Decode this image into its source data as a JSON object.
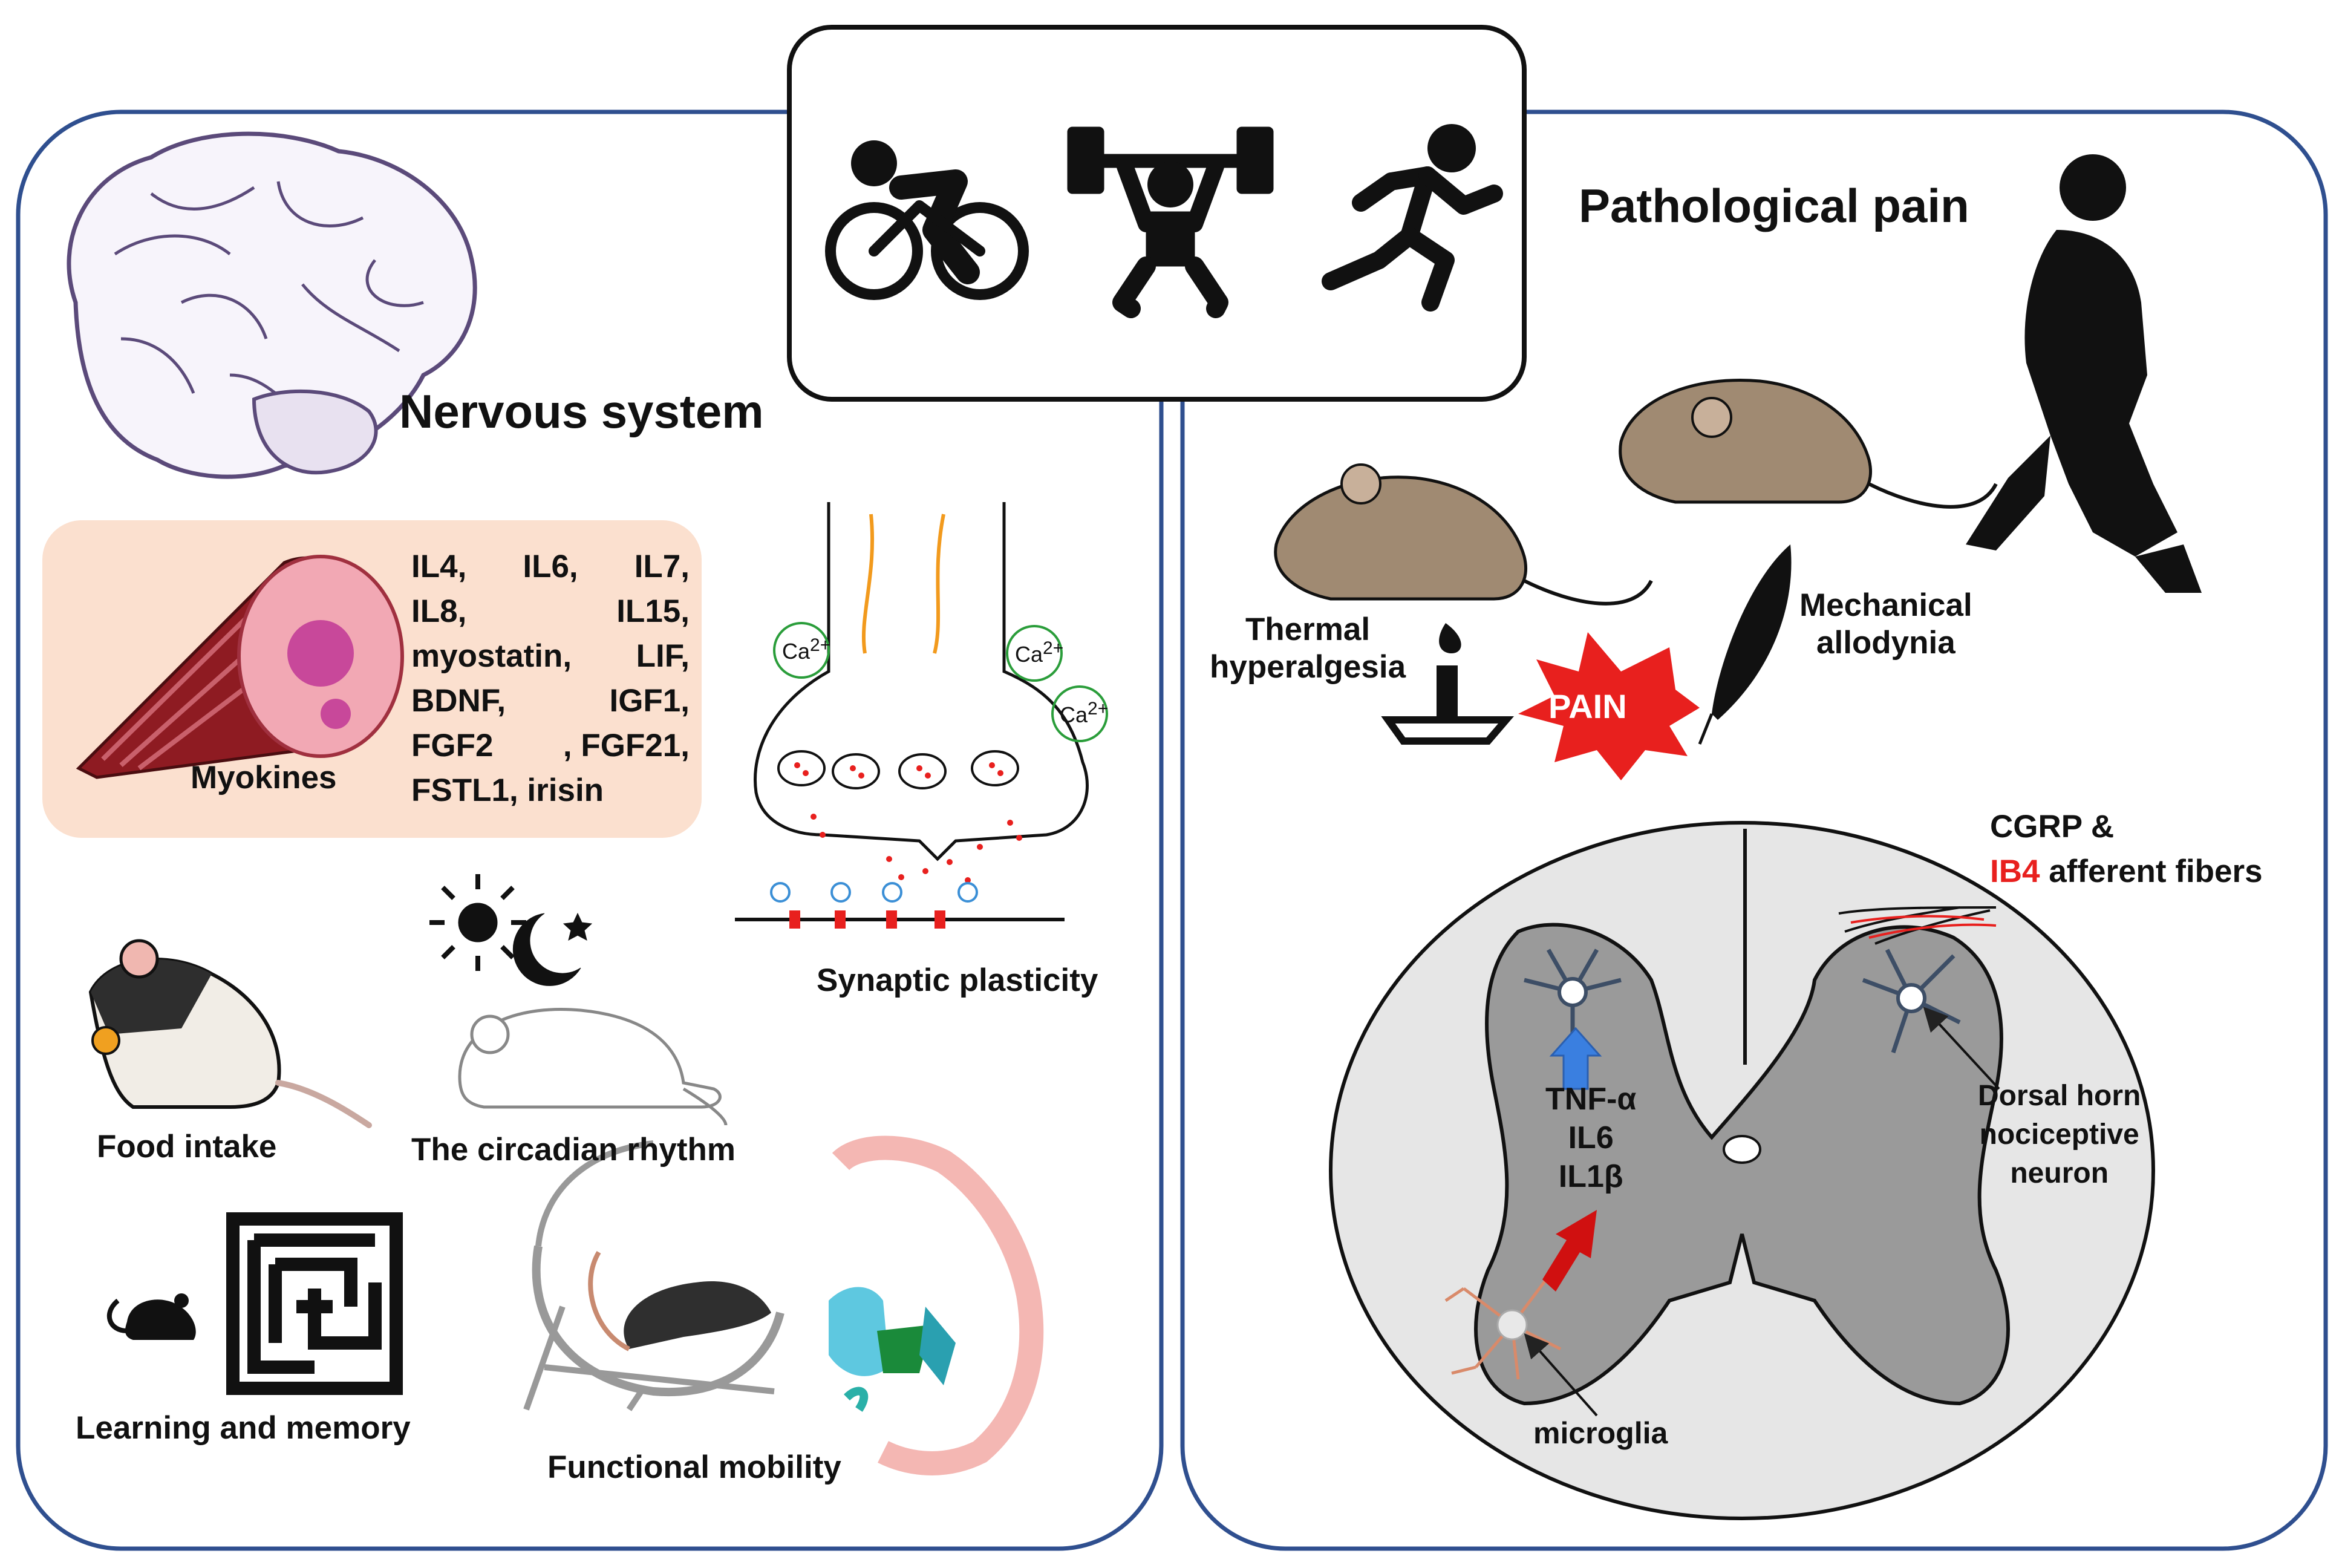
{
  "exercise_icons": [
    "bicycle-icon",
    "weightlifting-icon",
    "running-icon"
  ],
  "left_panel": {
    "title": "Nervous system",
    "myokines": {
      "label": "Myokines",
      "rows": [
        [
          "IL4,",
          "IL6,",
          "IL7,"
        ],
        [
          "IL8,",
          "IL15,"
        ],
        [
          "myostatin,",
          "LIF,"
        ],
        [
          "BDNF,",
          "IGF1,"
        ],
        [
          "FGF2",
          ", FGF21,"
        ],
        [
          "FSTL1, irisin"
        ]
      ]
    },
    "synaptic": {
      "label": "Synaptic plasticity",
      "ion": "Ca",
      "charge": "2+"
    },
    "food_intake": "Food intake",
    "circadian": "The circadian rhythm",
    "learning": "Learning and memory",
    "mobility": "Functional mobility"
  },
  "right_panel": {
    "title": "Pathological pain",
    "thermal": [
      "Thermal",
      "hyperalgesia"
    ],
    "mechanical": [
      "Mechanical",
      "allodynia"
    ],
    "pain_badge": "PAIN",
    "fibers": {
      "line1": "CGRP &",
      "line2_highlight": "IB4",
      "line2_rest": " afferent fibers"
    },
    "cytokines": [
      "TNF-α",
      "IL6",
      "IL1β"
    ],
    "neuron": [
      "Dorsal horn",
      "nociceptive",
      "neuron"
    ],
    "microglia": "microglia"
  },
  "colors": {
    "panel_border": "#2f4f8f",
    "myokine_box": "#fbe0cf",
    "gray_matter": "#9a9a9a",
    "white_matter": "#e6e6e6",
    "pain_red": "#e8201e",
    "arrow_blue": "#3a7fe0",
    "arrow_red": "#d01010",
    "mouse_brown": "#a08a72"
  }
}
